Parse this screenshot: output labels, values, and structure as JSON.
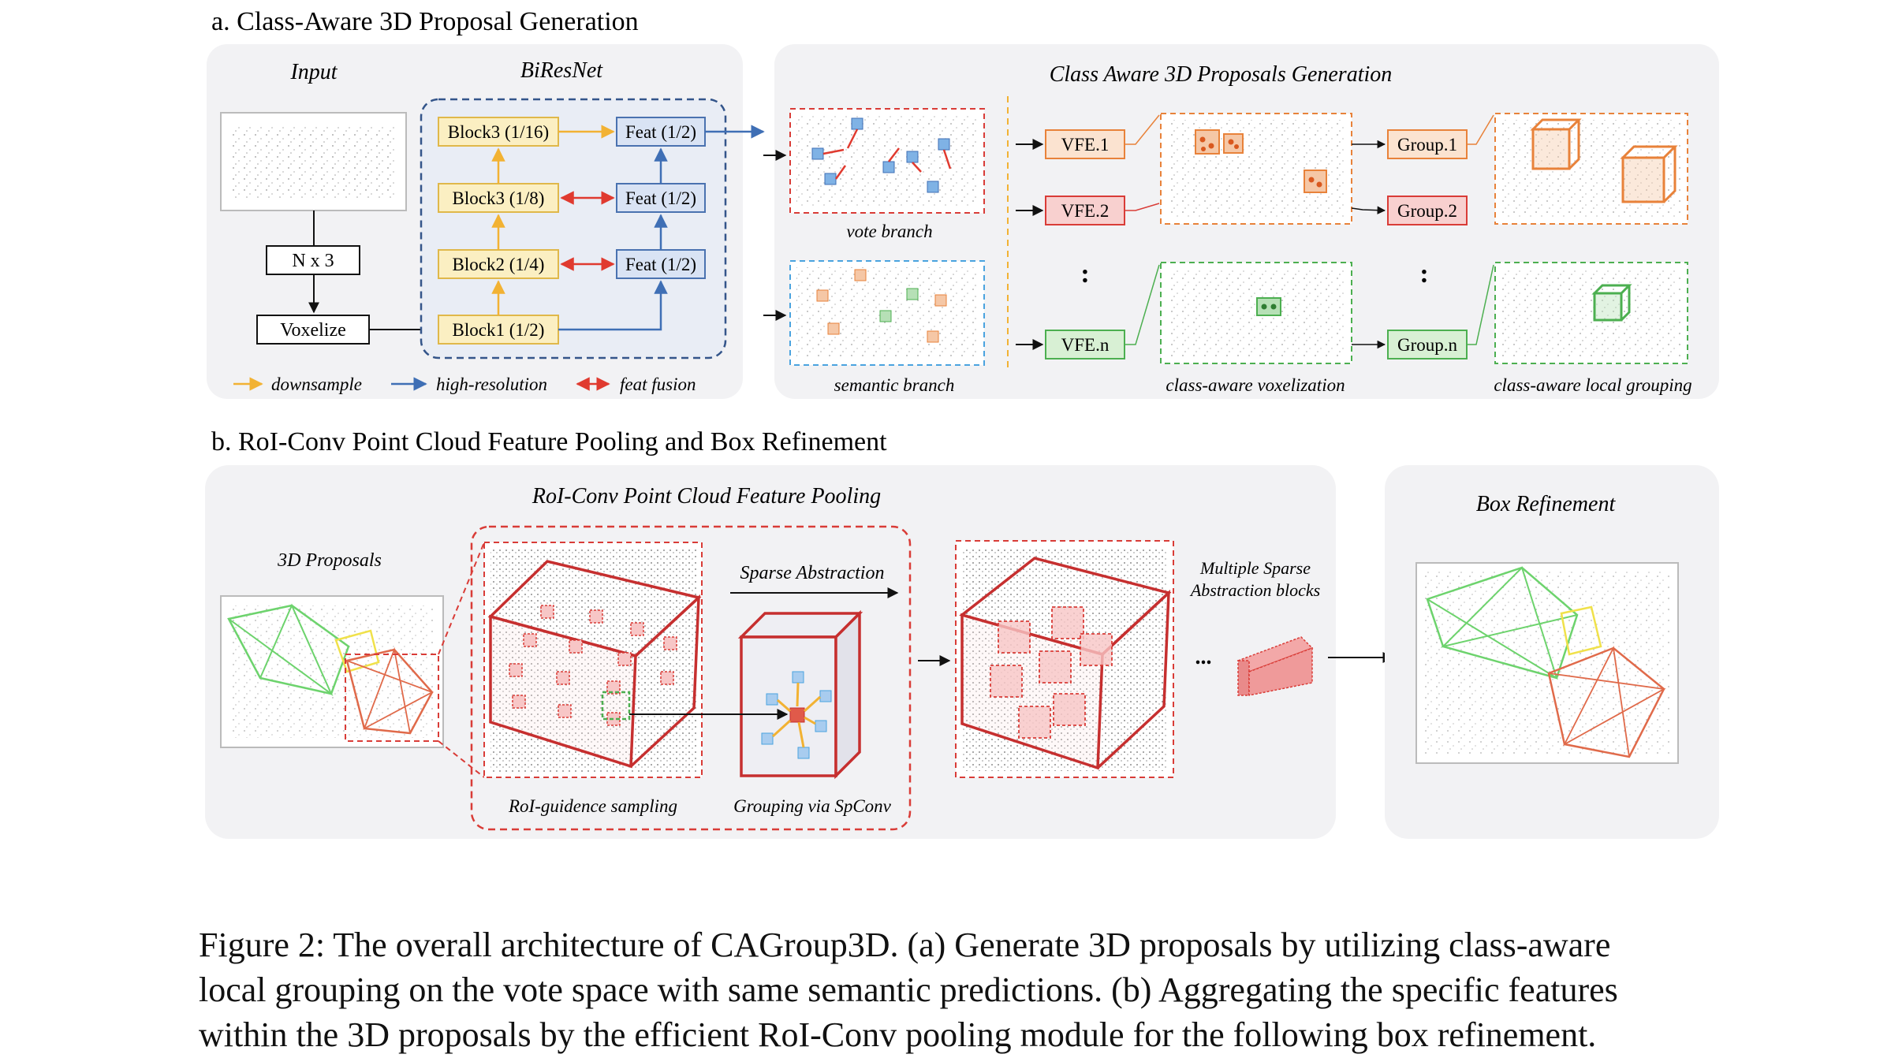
{
  "section_a": {
    "title": "a. Class-Aware 3D Proposal Generation",
    "input_label": "Input",
    "biresnet_label": "BiResNet",
    "nx3": "N x 3",
    "voxelize": "Voxelize",
    "blocks": [
      "Block3 (1/16)",
      "Block3 (1/8)",
      "Block2 (1/4)",
      "Block1 (1/2)"
    ],
    "feats": [
      "Feat (1/2)",
      "Feat (1/2)",
      "Feat (1/2)"
    ],
    "legend": {
      "downsample": "downsample",
      "high_resolution": "high-resolution",
      "feat_fusion": "feat fusion"
    },
    "right_panel_title": "Class Aware 3D Proposals Generation",
    "vote_branch": "vote branch",
    "semantic_branch": "semantic branch",
    "vfe": [
      "VFE.1",
      "VFE.2",
      "VFE.n"
    ],
    "groups": [
      "Group.1",
      "Group.2",
      "Group.n"
    ],
    "dots": ":",
    "class_aware_voxelization": "class-aware voxelization",
    "class_aware_local_grouping": "class-aware local grouping"
  },
  "section_b": {
    "title": "b. RoI-Conv Point Cloud Feature Pooling and Box Refinement",
    "pooling_title": "RoI-Conv Point Cloud Feature Pooling",
    "proposals_label": "3D Proposals",
    "sparse_abstraction": "Sparse Abstraction",
    "multiple_line1": "Multiple Sparse",
    "multiple_line2": "Abstraction blocks",
    "ellipsis": "...",
    "roi_sampling": "RoI-guidence sampling",
    "grouping_spconv": "Grouping via SpConv",
    "box_refinement": "Box Refinement"
  },
  "caption": {
    "line1": "Figure 2: The overall architecture of CAGroup3D. (a) Generate 3D proposals by utilizing class-aware",
    "line2": "local grouping on the vote space with same semantic predictions. (b) Aggregating the specific features",
    "line3": "within the 3D proposals by the efficient RoI-Conv pooling module for the following box refinement."
  },
  "colors": {
    "panel_bg": "#f2f2f4",
    "biresnet_bg": "#e9edf5",
    "biresnet_border": "#34558a",
    "block_fill": "#fbefc2",
    "block_border": "#e0b84a",
    "feat_fill": "#d9e3f4",
    "feat_border": "#4a72b0",
    "downsample": "#f2b233",
    "high_res": "#3f6fb5",
    "fusion": "#e03a2f",
    "orange": "#e8823a",
    "red": "#d93c37",
    "green": "#4caf50",
    "blue": "#4aa3df",
    "yellow": "#e8c23a"
  }
}
